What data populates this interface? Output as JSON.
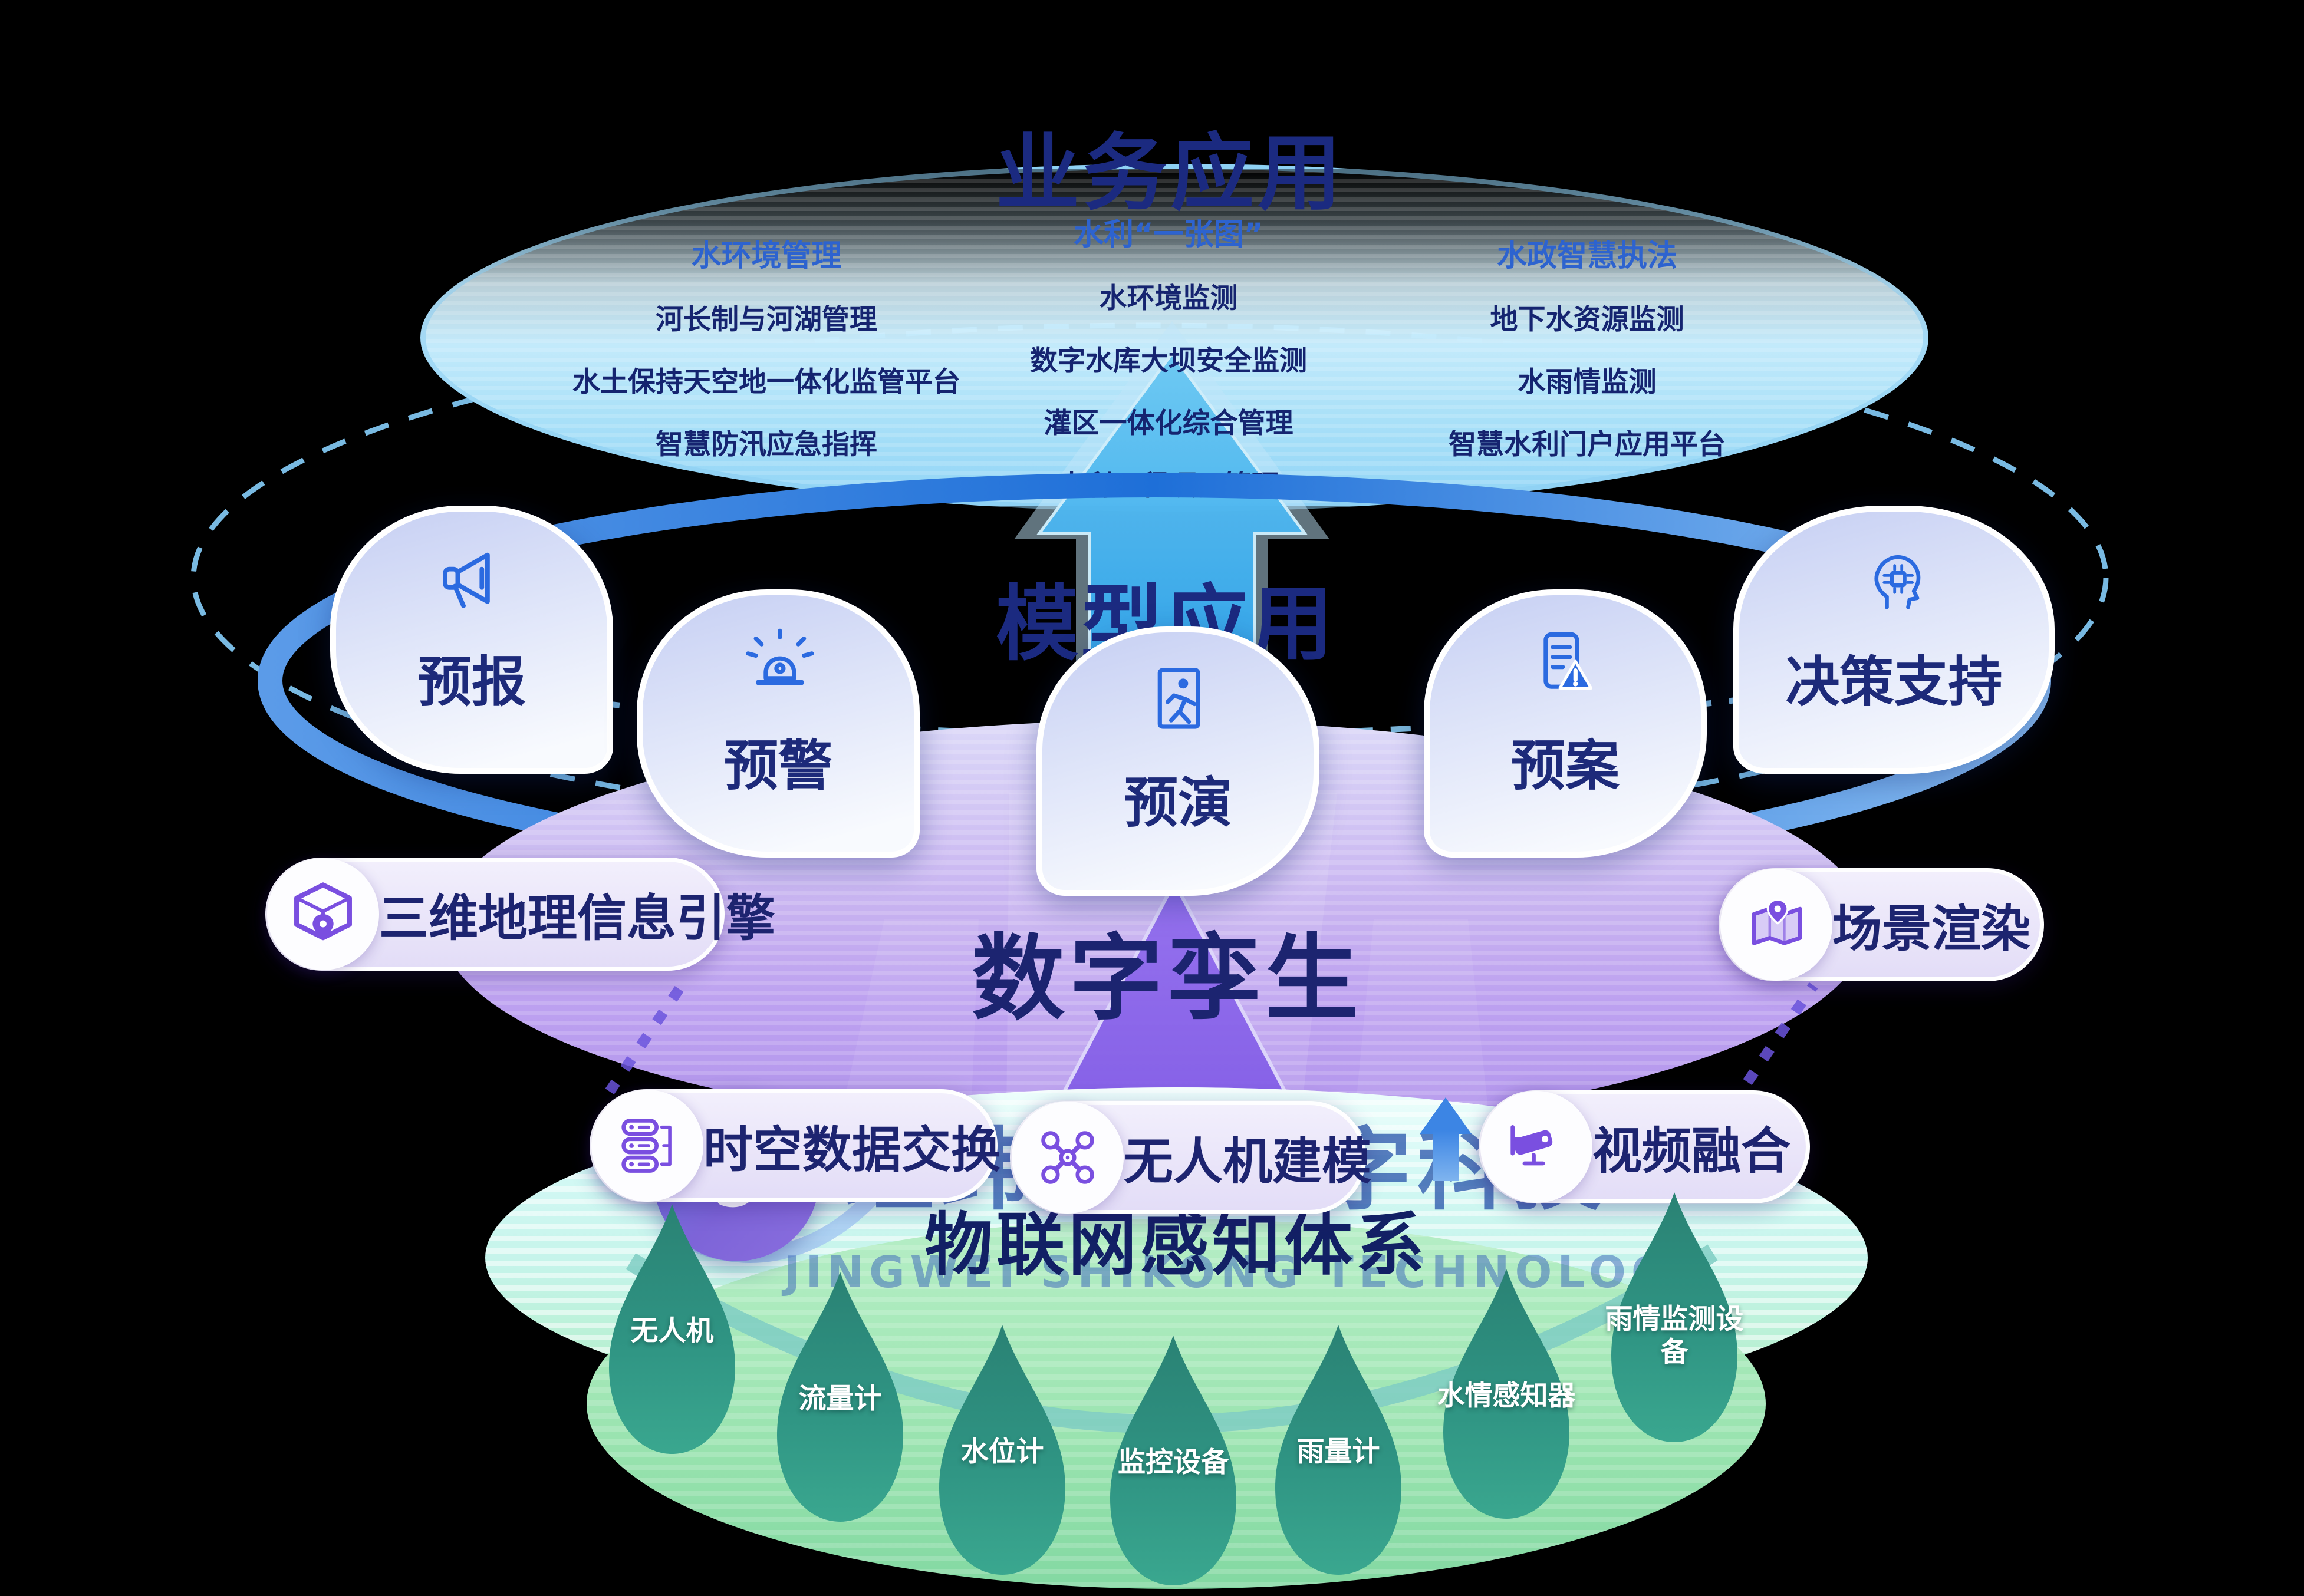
{
  "titles": {
    "business": "业务应用",
    "model": "模型应用",
    "twin": "数字孪生",
    "iot": "物联网感知体系"
  },
  "business_columns": [
    {
      "header": "水环境管理",
      "items": [
        "河长制与河湖管理",
        "水土保持天空地一体化监管平台",
        "智慧防汛应急指挥"
      ]
    },
    {
      "header": "水利“一张图”",
      "items": [
        "水环境监测",
        "数字水库大坝安全监测",
        "灌区一体化综合管理",
        "水利工程项目管理"
      ]
    },
    {
      "header": "水政智慧执法",
      "items": [
        "地下水资源监测",
        "水雨情监测",
        "智慧水利门户应用平台"
      ]
    }
  ],
  "model_bubbles": [
    {
      "label": "预报",
      "icon": "megaphone-icon"
    },
    {
      "label": "预警",
      "icon": "siren-icon"
    },
    {
      "label": "预演",
      "icon": "exit-run-icon"
    },
    {
      "label": "预案",
      "icon": "document-alert-icon"
    },
    {
      "label": "决策支持",
      "icon": "ai-head-icon"
    }
  ],
  "twin_pills": [
    {
      "label": "三维地理信息引擎",
      "icon": "cube-pin-icon"
    },
    {
      "label": "时空数据交换",
      "icon": "server-stack-icon"
    },
    {
      "label": "无人机建模",
      "icon": "drone-icon"
    },
    {
      "label": "视频融合",
      "icon": "cctv-camera-icon"
    },
    {
      "label": "场景渲染",
      "icon": "map-pin-icon"
    }
  ],
  "iot_drops": [
    "无人机",
    "流量计",
    "水位计",
    "监控设备",
    "雨量计",
    "水情感知器",
    "雨情监测设备"
  ],
  "watermark": {
    "cn": "经纬时空数字科技",
    "en": "JINGWEI SHIKONG TECHNOLOGY"
  },
  "colors": {
    "title_navy": "#1b2a80",
    "column_header_blue": "#2d63cf",
    "column_item_navy": "#152470",
    "bubble_icon_blue": "#2b6ae0",
    "pill_icon_purple": "#7a4fe0",
    "drop_teal": "#2e8c7a",
    "ring_blue": "#2277e0",
    "arrow_blue": "#35a7ec",
    "arrow_purple": "#8a63e8",
    "watermark_blue": "#3e6cb8"
  }
}
